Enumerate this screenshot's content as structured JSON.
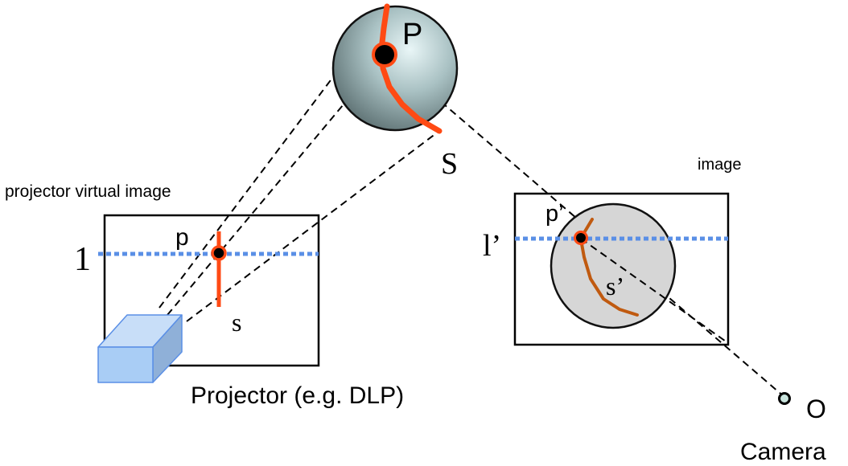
{
  "labels": {
    "P": "P",
    "S": "S",
    "projector_virtual_image": "projector virtual image",
    "image": "image",
    "l": "1",
    "p": "p",
    "s": "s",
    "l_prime": "l’",
    "p_prime": "p’",
    "s_prime": "s’",
    "projector": "Projector (e.g. DLP)",
    "O": "O",
    "camera": "Camera"
  },
  "colors": {
    "stripe": "#ff4a14",
    "stripe_image": "#c05a10",
    "epipolar_line": "#5a8fe6",
    "sphere_light": "#dff0f2",
    "sphere_dark": "#5a7275",
    "image_circle": "#d6d6d6",
    "projector_box": "#a9cdf5",
    "camera_center": "#c9e4dd"
  }
}
